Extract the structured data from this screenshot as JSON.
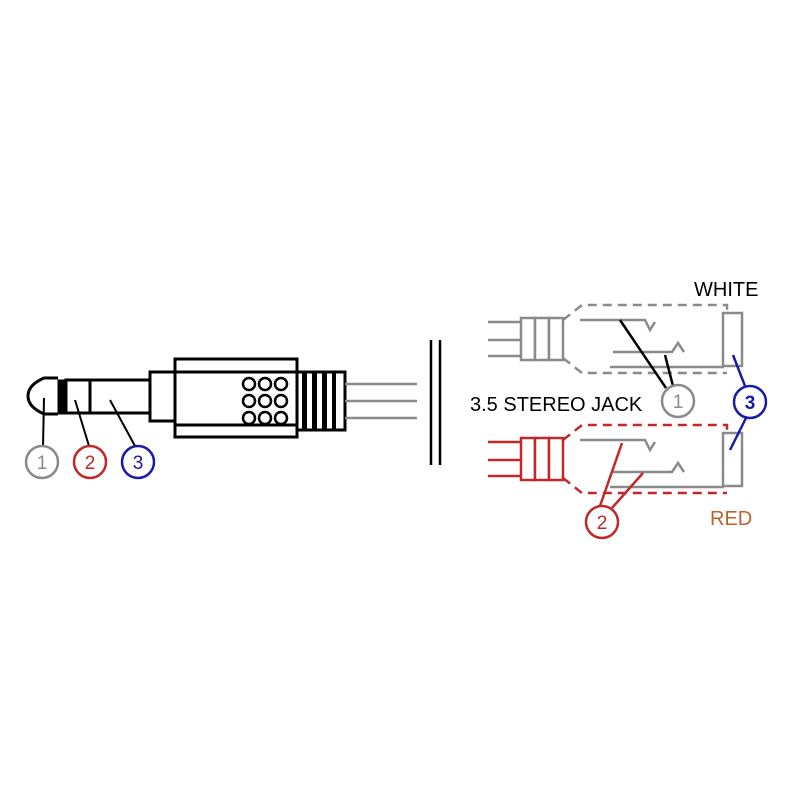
{
  "plug": {
    "labels": [
      "1",
      "2",
      "3"
    ]
  },
  "jack": {
    "title": "3.5 STEREO JACK",
    "white_label": "WHITE",
    "red_label": "RED",
    "labels": [
      "1",
      "2",
      "3"
    ]
  },
  "colors": {
    "gray": "#8a8a8a",
    "red": "#c0282a",
    "blue": "#1a1aa8",
    "black": "#000000",
    "red_text": "#c0602a"
  }
}
